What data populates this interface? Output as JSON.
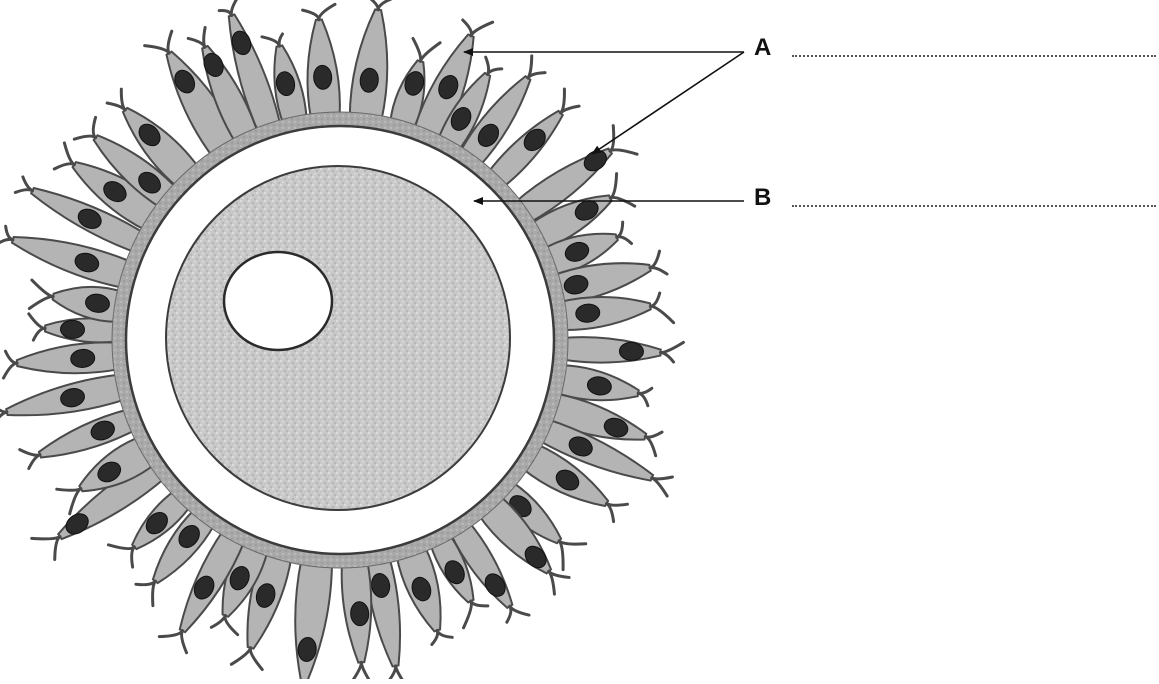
{
  "labels": [
    {
      "id": "A",
      "text": "A"
    },
    {
      "id": "B",
      "text": "B"
    }
  ],
  "colors": {
    "cell_fill": "#b4b4b4",
    "cell_outline": "#4a4a4a",
    "nucleus": "#2a2a2a",
    "zona_pellucida": "#ffffff",
    "cytoplasm": "#c8c8c8",
    "line": "#111111"
  }
}
